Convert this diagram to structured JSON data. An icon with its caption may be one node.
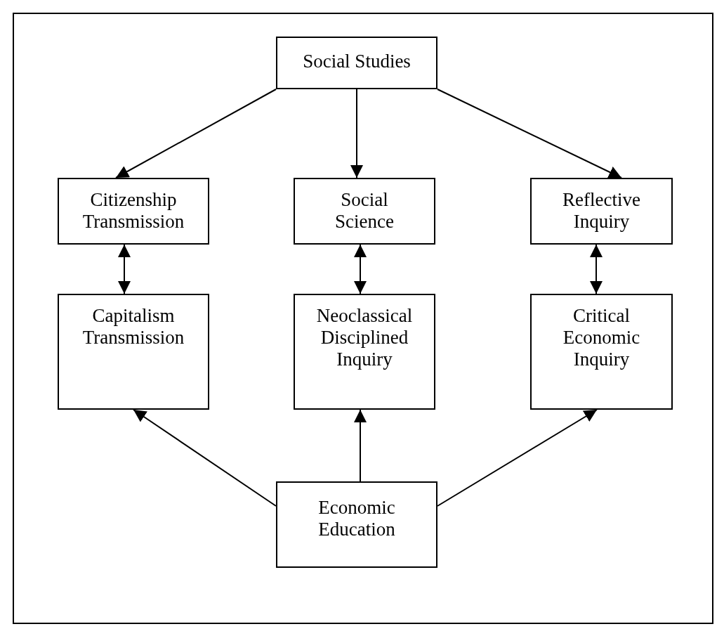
{
  "diagram": {
    "nodes": [
      {
        "text": [
          "Social Studies"
        ]
      },
      {
        "text": [
          "Citizenship Transmission"
        ]
      },
      {
        "text": [
          "Social Science"
        ]
      },
      {
        "text": [
          "Reflective Inquiry"
        ]
      },
      {
        "text": [
          "Capitalism Transmission"
        ]
      },
      {
        "text": [
          "Neoclassical Disciplined Inquiry"
        ]
      },
      {
        "text": [
          "Critical Economic Inquiry"
        ]
      },
      {
        "text": [
          "Economic Education"
        ]
      }
    ],
    "edges": [
      {
        "from": 0,
        "to": 1,
        "arrow": "to"
      },
      {
        "from": 0,
        "to": 2,
        "arrow": "to"
      },
      {
        "from": 0,
        "to": 3,
        "arrow": "to"
      },
      {
        "from": 1,
        "to": 4,
        "arrow": "both"
      },
      {
        "from": 2,
        "to": 5,
        "arrow": "both"
      },
      {
        "from": 3,
        "to": 6,
        "arrow": "both"
      },
      {
        "from": 7,
        "to": 4,
        "arrow": "to"
      },
      {
        "from": 7,
        "to": 5,
        "arrow": "to"
      },
      {
        "from": 7,
        "to": 6,
        "arrow": "to"
      }
    ]
  }
}
